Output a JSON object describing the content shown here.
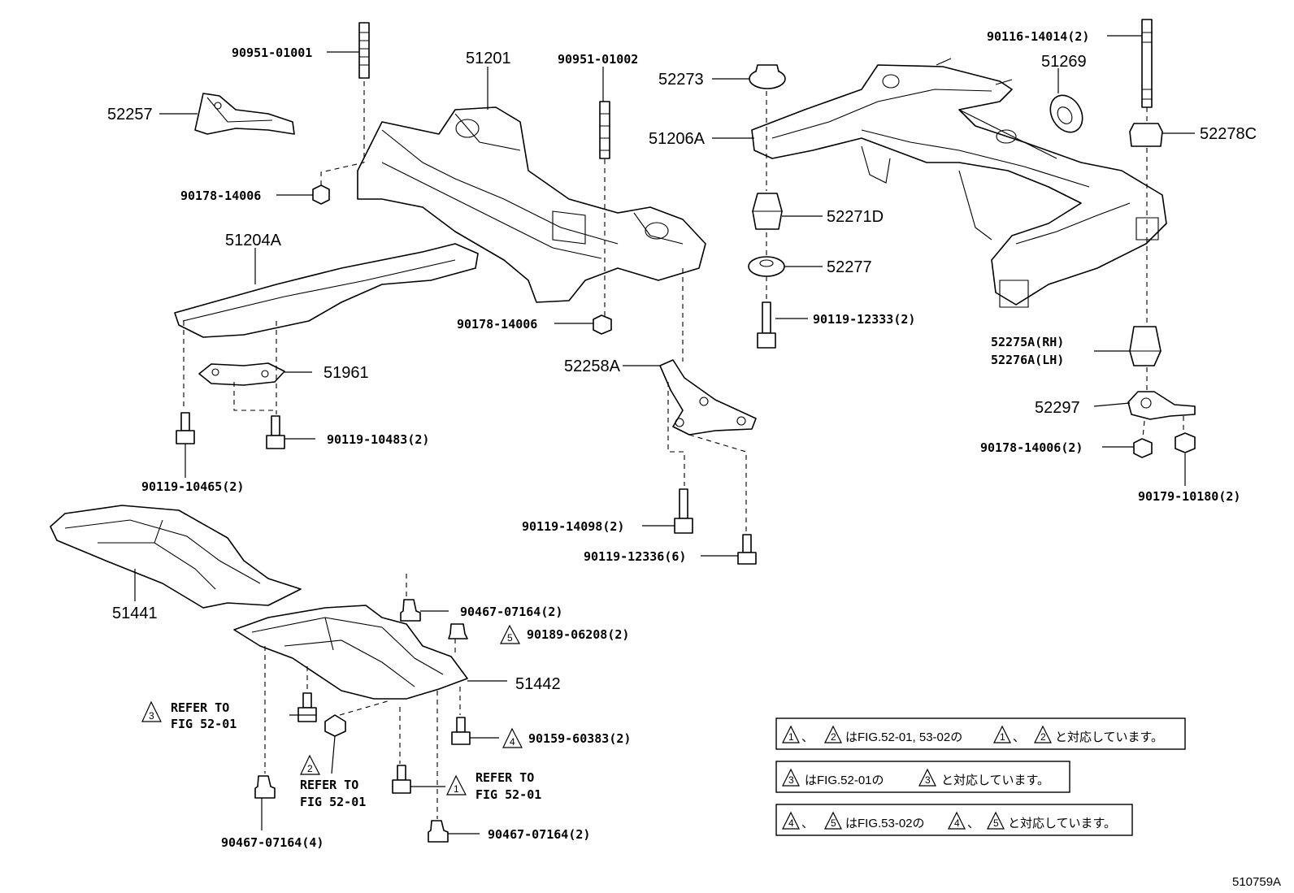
{
  "diagram": {
    "figure_code": "510759A",
    "labels": {
      "p90951_01001": "90951-01001",
      "p51201": "51201",
      "p90951_01002": "90951-01002",
      "p52257": "52257",
      "p90178_14006_a": "90178-14006",
      "p51204A": "51204A",
      "p90178_14006_b": "90178-14006",
      "p51961": "51961",
      "p90119_10483": "90119-10483(2)",
      "p90119_10465": "90119-10465(2)",
      "p52258A": "52258A",
      "p90119_14098": "90119-14098(2)",
      "p90119_12336": "90119-12336(6)",
      "p51441": "51441",
      "p90467_07164_a": "90467-07164(2)",
      "p90189_06208": "90189-06208(2)",
      "p51442": "51442",
      "p90159_60383": "90159-60383(2)",
      "p90467_07164_b": "90467-07164(4)",
      "p90467_07164_c": "90467-07164(2)",
      "p52273": "52273",
      "p51206A": "51206A",
      "p52271D": "52271D",
      "p52277": "52277",
      "p90119_12333": "90119-12333(2)",
      "p90116_14014": "90116-14014(2)",
      "p51269": "51269",
      "p52278C": "52278C",
      "p52275A": "52275A(RH)",
      "p52276A": "52276A(LH)",
      "p52297": "52297",
      "p90178_14006_c": "90178-14006(2)",
      "p90179_10180": "90179-10180(2)"
    },
    "refs": {
      "refer_to": "REFER TO",
      "fig_52_01": "FIG 52-01",
      "tri1": "1",
      "tri2": "2",
      "tri3": "3",
      "tri4": "4",
      "tri5": "5"
    },
    "notes": {
      "note1_sep1": "、",
      "note1_text": "はFIG.52-01, 53-02の",
      "note1_sep2": "、",
      "note1_end": "と対応しています。",
      "note2_text": "はFIG.52-01の",
      "note2_end": "と対応しています。",
      "note3_sep1": "、",
      "note3_text": "はFIG.53-02の",
      "note3_sep2": "、",
      "note3_end": "と対応しています。"
    }
  }
}
